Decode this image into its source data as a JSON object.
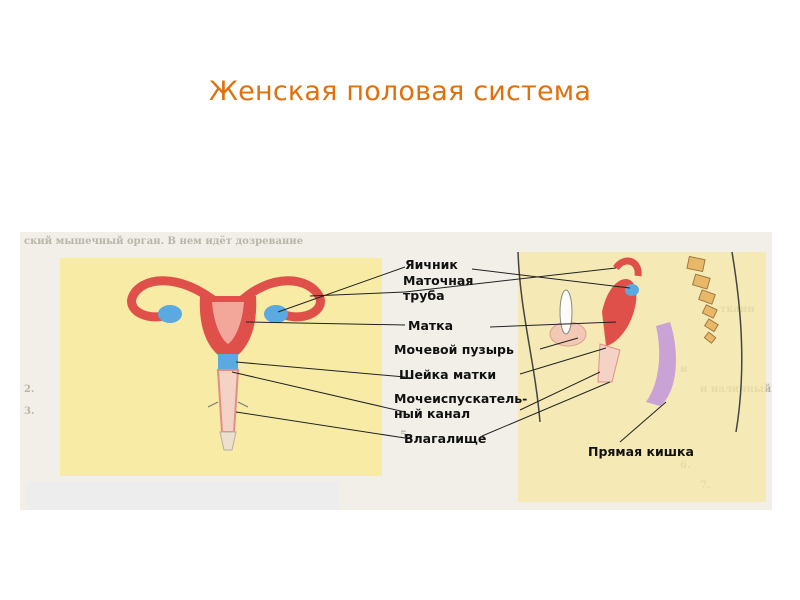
{
  "slide": {
    "title": "Женская половая система"
  },
  "diagram": {
    "labels": {
      "ovary": "Яичник",
      "tube_line1": "Маточная",
      "tube_line2": "труба",
      "uterus": "Матка",
      "bladder": "Мочевой пузырь",
      "cervix": "Шейка матки",
      "urethra_line1": "Мочеиспускатель-",
      "urethra_line2": "ный канал",
      "vagina": "Влагалище",
      "rectum": "Прямая кишка"
    },
    "colors": {
      "uterus": "#e0504a",
      "ovary": "#5aa9e0",
      "bladder_bg": "#f3c9b5",
      "highlight": "#f8ea9a",
      "rectum": "#c9a2d6",
      "bone": "#e8b868"
    }
  }
}
